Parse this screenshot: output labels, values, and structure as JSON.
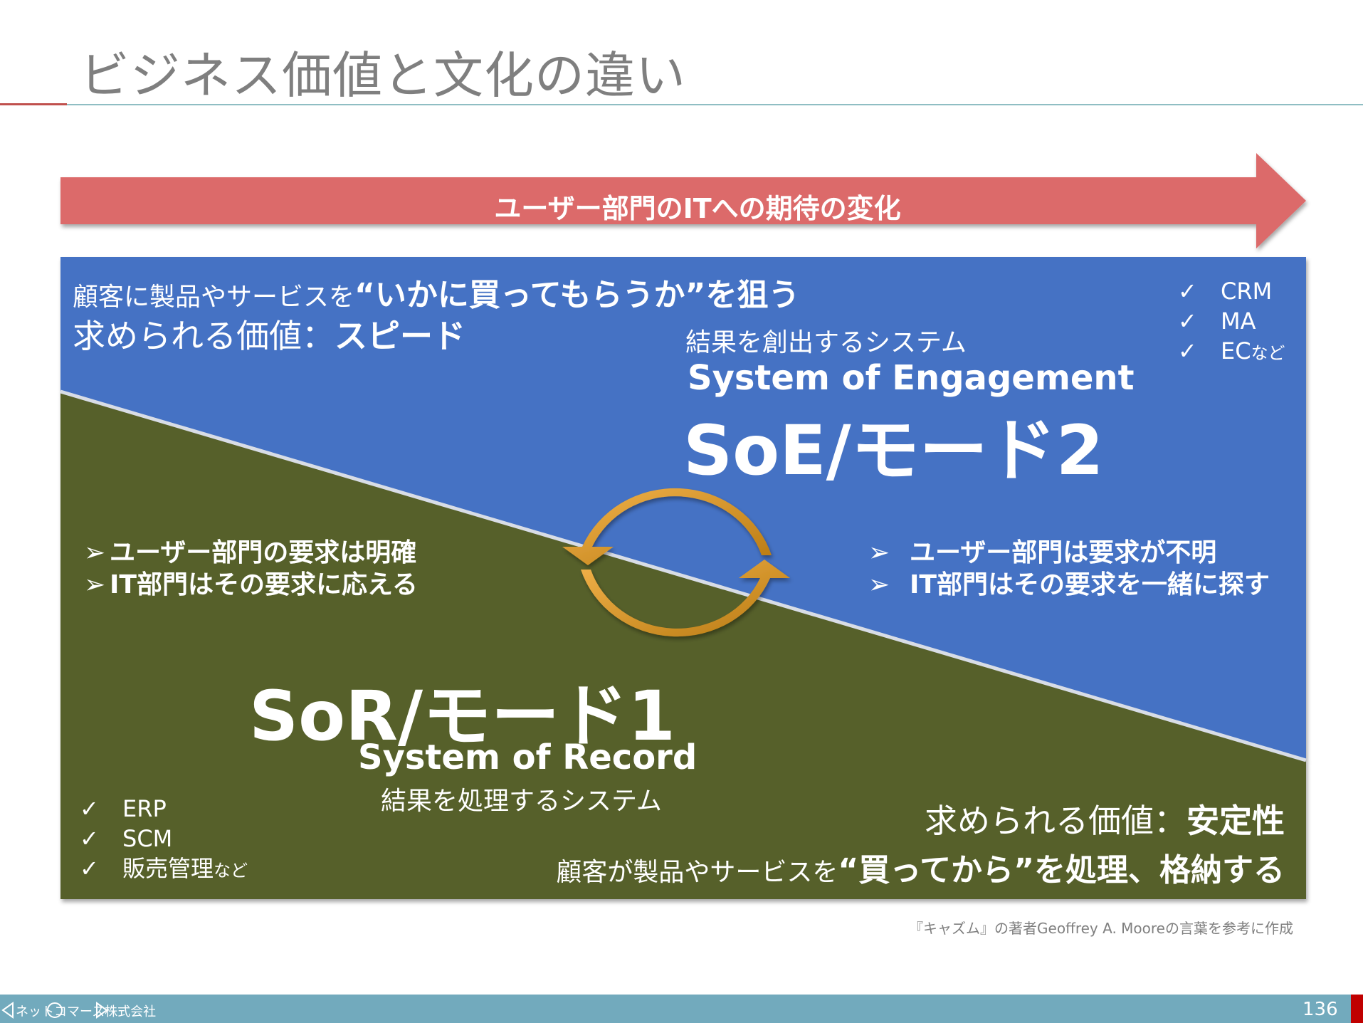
{
  "slide": {
    "title": "ビジネス価値と文化の違い",
    "banner": "ユーザー部門のITへの期待の変化",
    "credit": "『キャズム』の著者Geoffrey A. Mooreの言葉を参考に作成",
    "page_number": "136",
    "company": "ネットコマース株式会社"
  },
  "soe": {
    "desc_prefix": "顧客に製品やサービスを",
    "desc_emph": "“いかに買ってもらうか”を狙う",
    "value_prefix": "求められる価値：",
    "value_emph": "スピード",
    "subtitle": "結果を創出するシステム",
    "name": "System of Engagement",
    "mode": "SoE/モード2",
    "checks": [
      {
        "mark": "✓",
        "label": "CRM",
        "suffix": ""
      },
      {
        "mark": "✓",
        "label": "MA",
        "suffix": ""
      },
      {
        "mark": "✓",
        "label": "EC",
        "suffix": "など"
      }
    ],
    "bullets": [
      {
        "mark": "➢",
        "text": "ユーザー部門は要求が不明"
      },
      {
        "mark": "➢",
        "text": "IT部門はその要求を一緒に探す"
      }
    ]
  },
  "sor": {
    "mode": "SoR/モード1",
    "name": "System of Record",
    "subtitle": "結果を処理するシステム",
    "value_prefix": "求められる価値：",
    "value_emph": "安定性",
    "desc_prefix": "顧客が製品やサービスを",
    "desc_emph": "“買ってから”を処理、格納する",
    "checks": [
      {
        "mark": "✓",
        "label": "ERP",
        "suffix": ""
      },
      {
        "mark": "✓",
        "label": "SCM",
        "suffix": ""
      },
      {
        "mark": "✓",
        "label": "販売管理",
        "suffix": "など"
      }
    ],
    "bullets": [
      {
        "mark": "➢",
        "text": "ユーザー部門の要求は明確"
      },
      {
        "mark": "➢",
        "text": "IT部門はその要求に応える"
      }
    ]
  },
  "colors": {
    "banner": "#dc6a6a",
    "soe": "#4472c4",
    "sor": "#56602c",
    "cycle": "#e49a26",
    "footer": "#72aabd",
    "accent_red": "#c00000"
  },
  "icons": [
    "cycle-arrows-icon",
    "nav-prev-icon",
    "nav-home-icon",
    "nav-next-icon"
  ]
}
